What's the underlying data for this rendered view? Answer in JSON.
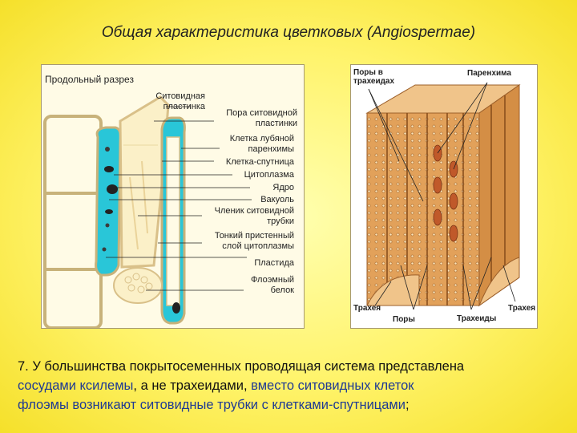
{
  "title": "Общая характеристика цветковых (Angiospermae)",
  "left_panel": {
    "heading": "Продольный разрез",
    "labels": [
      "Ситовидная\nпластинка",
      "Пора ситовидной\nпластинки",
      "Клетка лубяной\nпаренхимы",
      "Клетка-спутница",
      "Цитоплазма",
      "Ядро",
      "Вакуоль",
      "Членик ситовидной\nтрубки",
      "Тонкий пристенный\nслой цитоплазмы",
      "Пластида",
      "Флоэмный\nбелок"
    ]
  },
  "right_panel": {
    "labels": {
      "pores_tracheids": "Поры в\nтрахеидах",
      "parenchyma": "Паренхима",
      "trachea_left": "Трахея",
      "pores": "Поры",
      "tracheids": "Трахеиды",
      "trachea_right": "Трахея"
    }
  },
  "caption": {
    "line1": "7. У большинства покрытосеменных проводящая система представлена",
    "line2_a": "сосудами ксилемы",
    "line2_b": ", а не трахеидами, ",
    "line2_c": "вместо ситовидных клеток",
    "line3_a": "флоэмы возникают ситовидные трубки с клетками-спутницами",
    "line3_b": ";"
  },
  "colors": {
    "background": "#fff36a",
    "companion_cell": "#29c6d8",
    "wood": "#e2a15a",
    "caption_blue": "#1f3a93"
  }
}
